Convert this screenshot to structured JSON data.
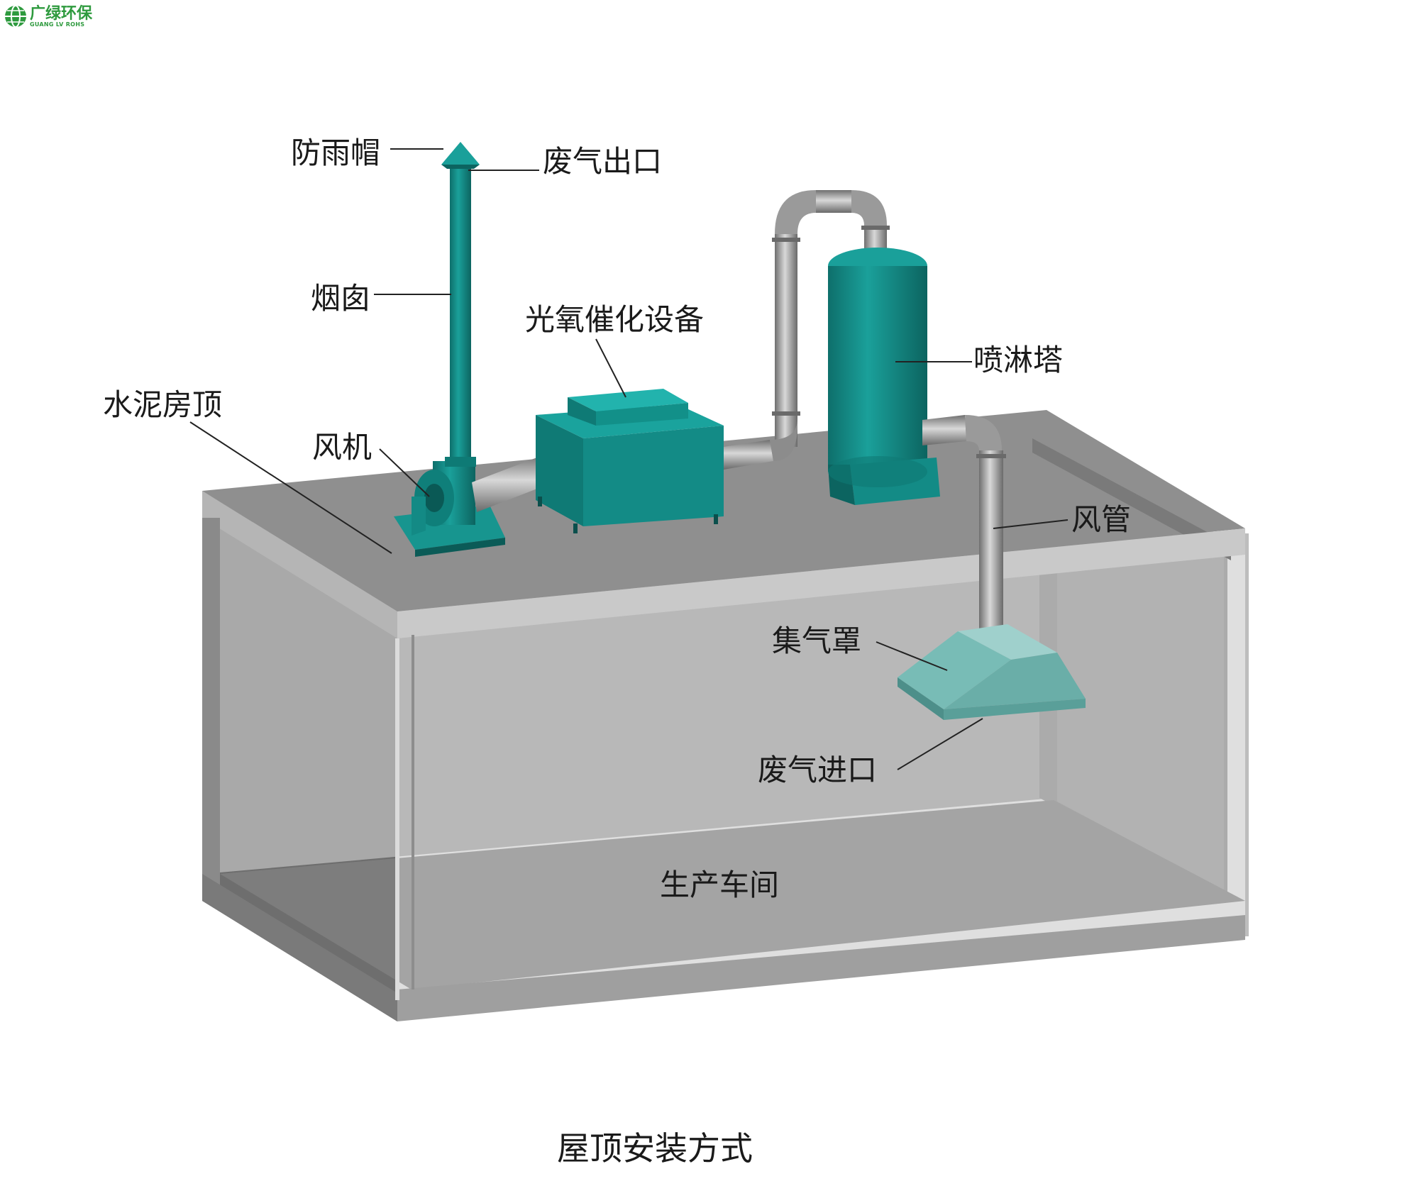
{
  "logo": {
    "name": "广绿环保",
    "subtitle": "GUANG LV ROHS",
    "color": "#2e9a3e"
  },
  "labels": {
    "rain_cap": "防雨帽",
    "exhaust_outlet": "废气出口",
    "chimney": "烟囱",
    "photo_oxygen_catalytic_equipment": "光氧催化设备",
    "spray_tower": "喷淋塔",
    "cement_roof": "水泥房顶",
    "fan": "风机",
    "air_duct": "风管",
    "gas_collecting_hood": "集气罩",
    "exhaust_inlet": "废气进口",
    "production_workshop": "生产车间"
  },
  "caption": "屋顶安装方式",
  "colors": {
    "equipment_teal": "#148a85",
    "hood_teal": "#7bbfba",
    "pipe_gray": "#8c8c8c",
    "building_gray": "#9c9c9c"
  }
}
